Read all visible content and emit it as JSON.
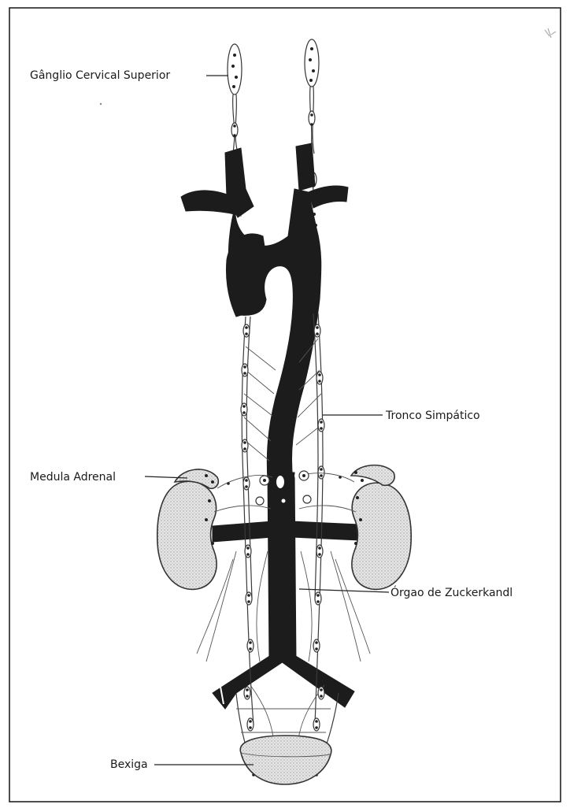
{
  "labels": {
    "ganglio_cervical_superior": "Gânglio Cervical Superior",
    "tronco_simpatico": "Tronco Simpático",
    "medula_adrenal": "Medula Adrenal",
    "orgao_zuckerkandl": "Órgao de Zuckerkandl",
    "bexiga": "Bexiga"
  },
  "colors": {
    "vessel": "#1c1c1c",
    "organ_fill": "#d8d8d8",
    "line": "#333333"
  }
}
